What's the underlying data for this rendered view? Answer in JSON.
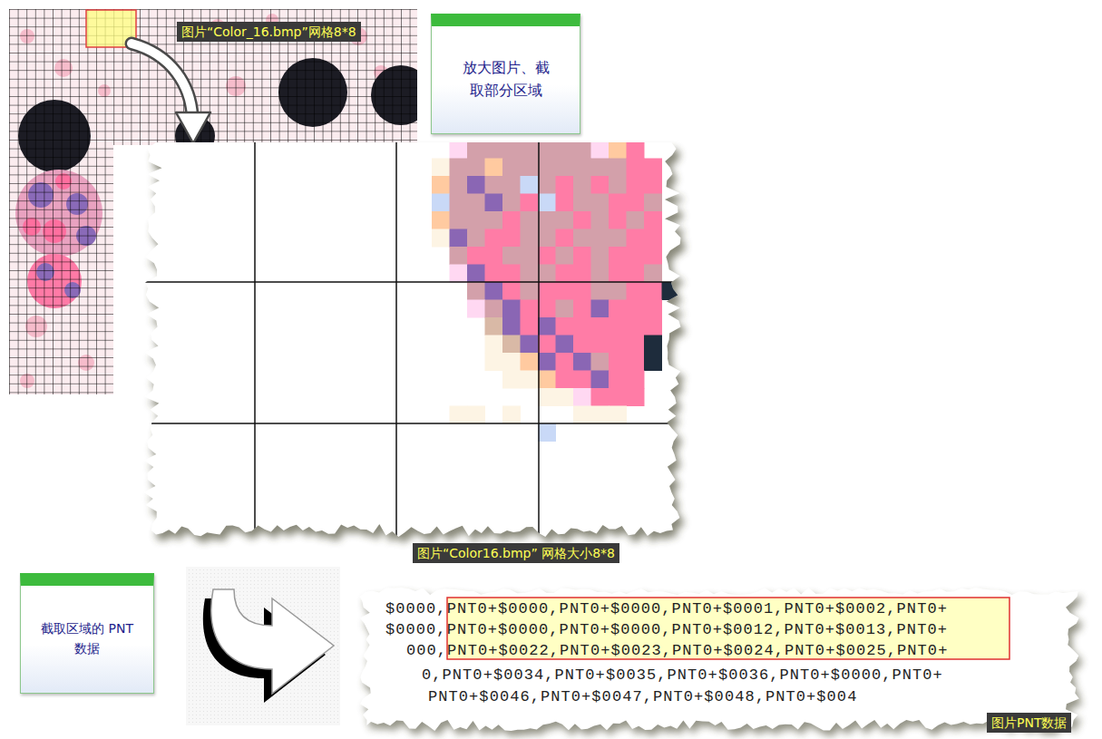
{
  "diagram": {
    "nodes": [
      {
        "text": [
          "放大图片、截取部分区域"
        ]
      },
      {
        "text": [
          "截取区域的 PNT数据"
        ]
      }
    ],
    "labels": [
      "图片“Color_16.bmp”网格8*8",
      "图片“Color16.bmp” 网格大小8*8",
      "$0000,PNT0+$0000,PNT0+$0000,PNT0+$0001,PNT0+$0002,PNT0+",
      "$0000,PNT0+$0000,PNT0+$0000,PNT0+$0012,PNT0+$0013,PNT0+",
      "000,PNT0+$0022,PNT0+$0023,PNT0+$0024,PNT0+$0025,PNT0+",
      "0,PNT0+$0034,PNT0+$0035,PNT0+$0036,PNT0+$0000,PNT0+",
      "PNT0+$0046,PNT0+$0047,PNT0+$0048,PNT0+$004",
      "图片PNT数据"
    ]
  }
}
